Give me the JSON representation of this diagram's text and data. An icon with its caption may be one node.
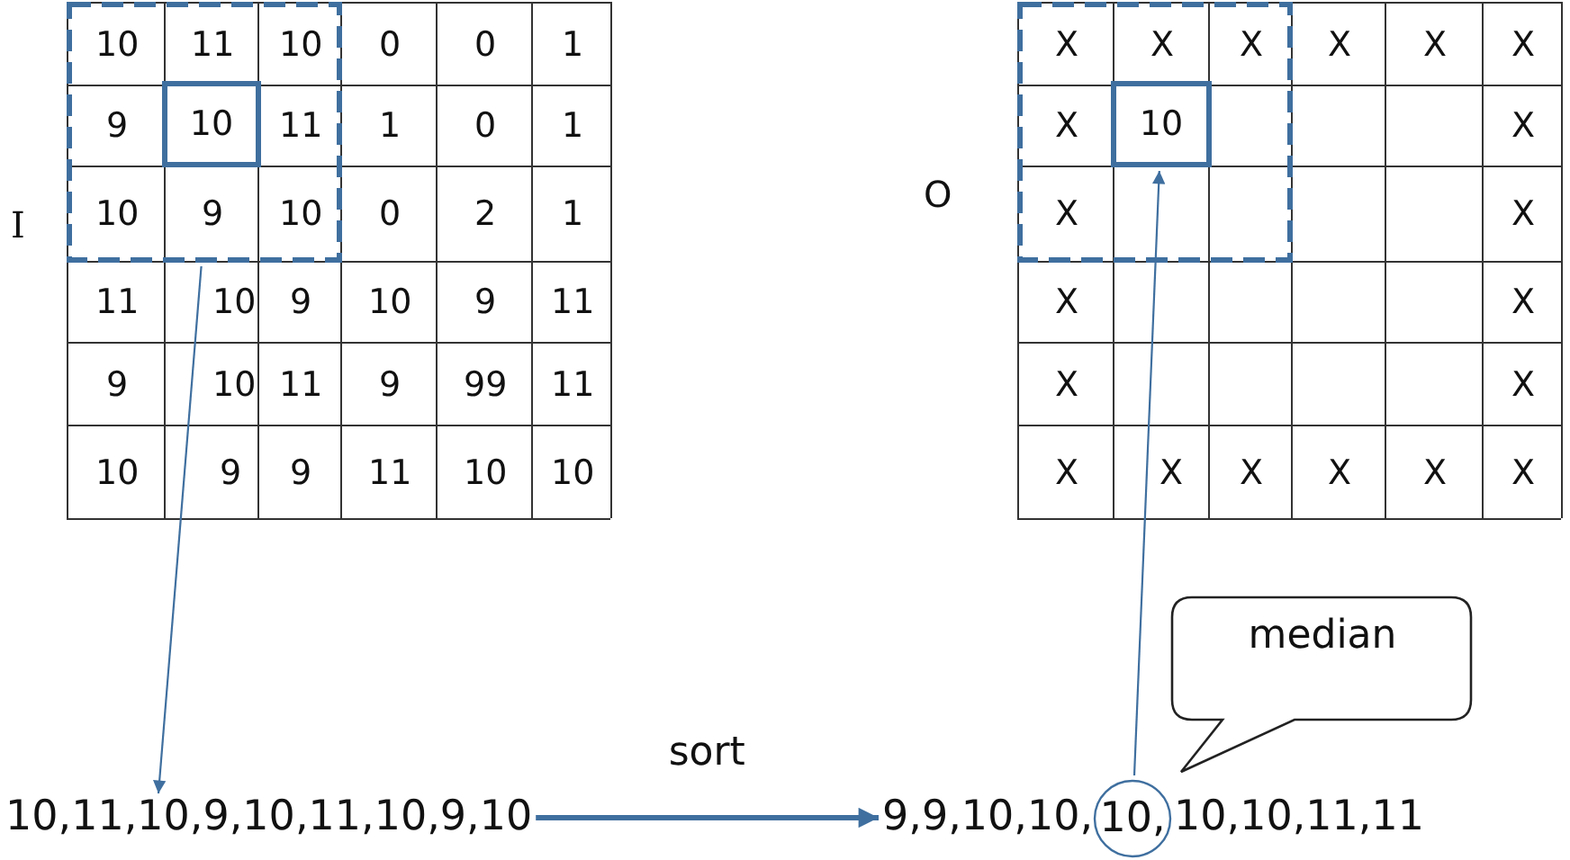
{
  "diagram": {
    "nodes": [
      {
        "text": [],
        "shape": "box"
      },
      {
        "text": [
          "10"
        ],
        "in": 0
      },
      {
        "text": [],
        "shape": "box"
      },
      {
        "text": [
          "10"
        ],
        "in": 2
      },
      {
        "text": [
          "10,11,10,9,10,11,10,9,10"
        ]
      },
      {
        "text": [
          "9,9,10,10,"
        ]
      },
      {
        "text": [
          "10,"
        ]
      },
      {
        "text": [
          "10,10,11,11"
        ]
      },
      {
        "text": [
          "median"
        ]
      }
    ],
    "edges": [
      {
        "from": 0,
        "to": 4,
        "arrow": "to"
      },
      {
        "from": 4,
        "to": 5,
        "arrow": "to",
        "label": "sort",
        "style": "thick"
      },
      {
        "from": 6,
        "to": 3,
        "arrow": "to"
      }
    ],
    "labels": [
      "I",
      "10",
      "11",
      "10",
      "0",
      "0",
      "1",
      "9",
      "11",
      "1",
      "0",
      "1",
      "10",
      "9",
      "10",
      "0",
      "2",
      "1",
      "11",
      "10",
      "9",
      "10",
      "9",
      "11",
      "9",
      "10",
      "11",
      "9",
      "99",
      "11",
      "10",
      "9",
      "9",
      "11",
      "10",
      "10",
      "O",
      "X",
      "X",
      "X",
      "X",
      "X",
      "X",
      "X",
      "X",
      "X",
      "X",
      "X",
      "X",
      "X",
      "X",
      "X",
      "X",
      "X",
      "X",
      "X",
      "X"
    ]
  }
}
